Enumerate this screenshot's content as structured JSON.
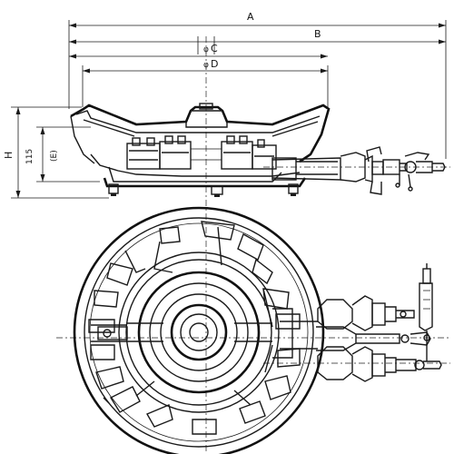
{
  "dimensions": {
    "a": "A",
    "b": "B",
    "c": "C",
    "d": "D",
    "h": "H",
    "h115": "115",
    "e": "(E)"
  },
  "phi": "φ",
  "colors": {
    "line": "#1a1a1a",
    "background": "#ffffff"
  }
}
